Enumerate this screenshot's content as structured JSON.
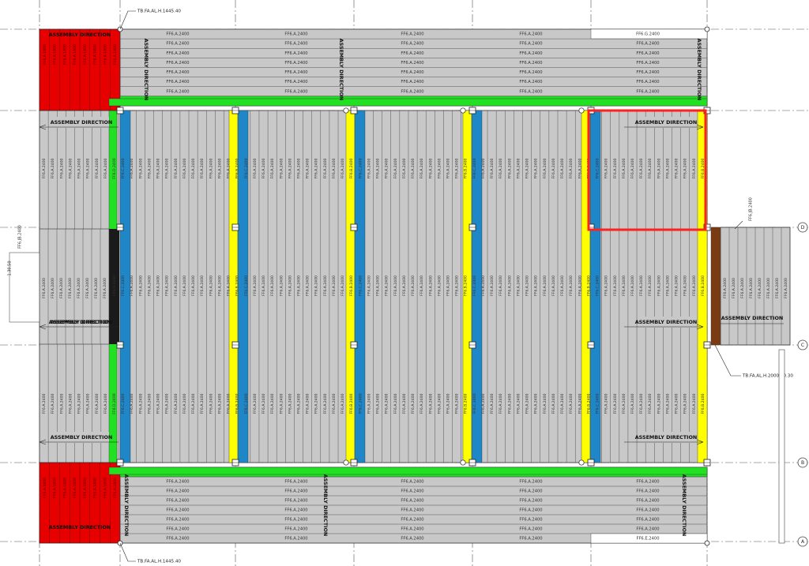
{
  "labels": {
    "tb_top": "TB.FA.AL.H.1445.40",
    "tb_bottom": "TB.FA.AL.H.1445.40",
    "tb_right": "TB.FA.AL.H.2000.30.30",
    "assembly": "ASSEMBLY DIRECTION",
    "left_tag": "FF6.JB.2400",
    "left_tag2": "1.30.50",
    "right_tag": "FF6.JB.2400"
  },
  "panel_codes": {
    "std": "FF6.A.2400",
    "green": "FF6.D.2400",
    "yellow": "FF6.B.2400",
    "blue": "FF6.C.2400",
    "red": "FF6.A.1800",
    "top_right": "FF6.G.2400",
    "bottom_right": "FF6.E.2400"
  },
  "grid": {
    "row_bubbles": [
      "D",
      "C",
      "B",
      "A"
    ]
  },
  "colors": {
    "panel_grey": "#c8c8c8",
    "red": "#e60000",
    "green": "#22e022",
    "yellow": "#ffff00",
    "blue": "#1f86c8",
    "highlight": "#ff2020",
    "brown": "#7a3b12",
    "black_beam": "#1a1a1a"
  }
}
